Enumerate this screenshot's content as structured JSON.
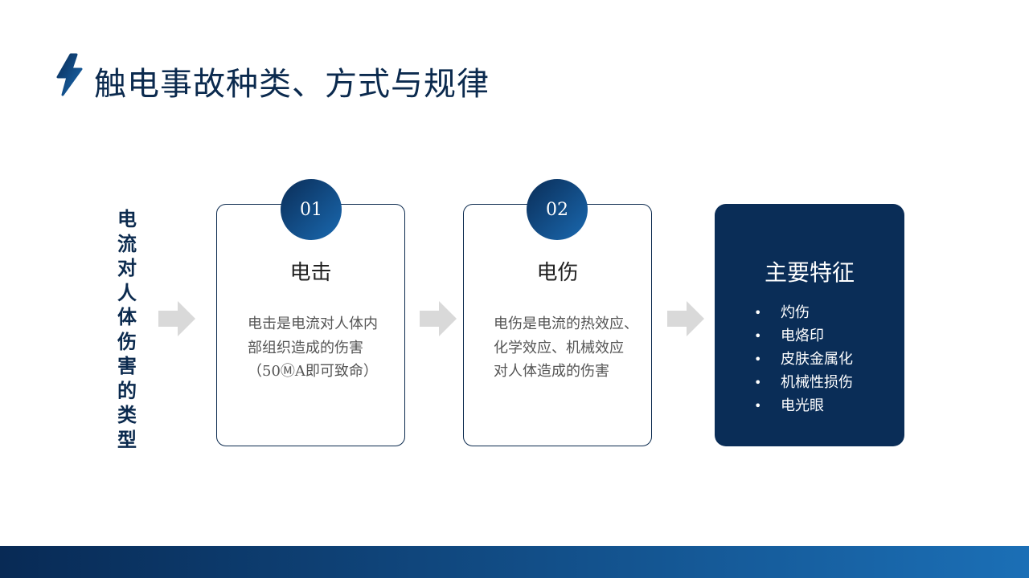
{
  "title": "触电事故种类、方式与规律",
  "side_label": "电流对人体伤害的类型",
  "cards": [
    {
      "number": "01",
      "title": "电击",
      "body": [
        "电击是电流对人体内",
        "部组织造成的伤害",
        "（50ⓂA即可致命）"
      ]
    },
    {
      "number": "02",
      "title": "电伤",
      "body": [
        "电伤是电流的热效应、",
        "化学效应、机械效应",
        "对人体造成的伤害"
      ]
    }
  ],
  "features": {
    "title": "主要特征",
    "items": [
      "灼伤",
      "电烙印",
      "皮肤金属化",
      "机械性损伤",
      "电光眼"
    ]
  },
  "colors": {
    "navy": "#0a2d57",
    "accent": "#1a69b0",
    "arrow": "#d9d9d9"
  }
}
